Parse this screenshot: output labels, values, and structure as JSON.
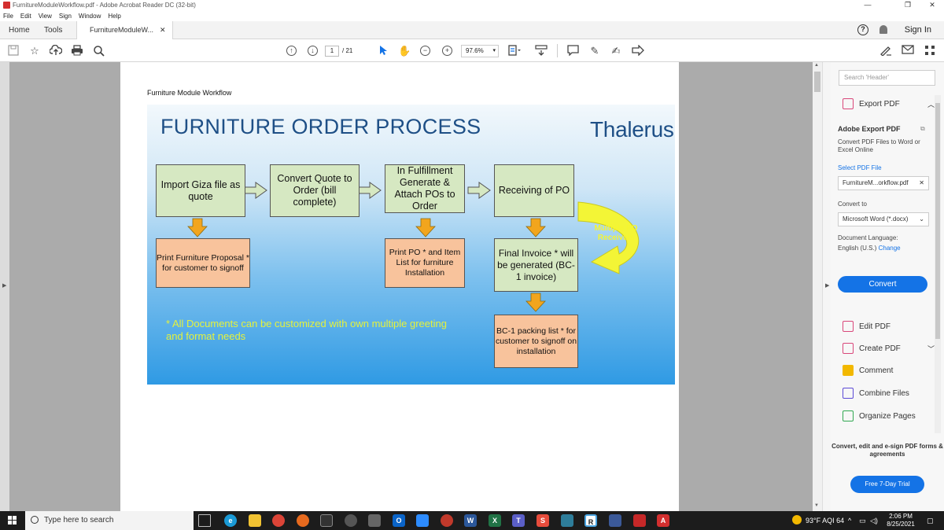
{
  "window": {
    "title": "FurnitureModuleWorkflow.pdf - Adobe Acrobat Reader DC (32-bit)",
    "minimize": "—",
    "restore": "❐",
    "close": "✕"
  },
  "menu": [
    "File",
    "Edit",
    "View",
    "Sign",
    "Window",
    "Help"
  ],
  "tabs": {
    "home": "Home",
    "tools": "Tools",
    "doc": "FurnitureModuleW...",
    "doc_close": "✕",
    "help": "?",
    "signin": "Sign In"
  },
  "toolbar": {
    "page_current": "1",
    "page_total": "/ 21",
    "zoom": "97.6%",
    "zoom_dd": "▾"
  },
  "document": {
    "heading": "Furniture Module Workflow",
    "slide": {
      "title": "FURNITURE ORDER PROCESS",
      "logo": "Thalerus",
      "box_import": "Import Giza file as quote",
      "box_convert": "Convert Quote to Order (bill complete)",
      "box_fulfillment": "In Fulfillment Generate & Attach POs to Order",
      "box_receiving": "Receiving of PO",
      "box_print_proposal": "Print Furniture Proposal * for customer to signoff",
      "box_print_po": "Print PO * and Item List for furniture Installation",
      "box_final_invoice": "Final Invoice * will be generated (BC-1 invoice)",
      "box_packing": "BC-1 packing list * for customer to signoff on installation",
      "arrow_label": "Multiple PO Receivals",
      "footnote": "* All Documents can be customized with own multiple greeting and format needs"
    }
  },
  "right_pane": {
    "search_placeholder": "Search 'Header'",
    "export_pdf": "Export PDF",
    "adobe_export_title": "Adobe Export PDF",
    "adobe_export_desc": "Convert PDF Files to Word or Excel Online",
    "select_pdf": "Select PDF File",
    "file_name": "FurnitureM...orkflow.pdf",
    "convert_to": "Convert to",
    "convert_format": "Microsoft Word (*.docx)",
    "doc_language": "Document Language:",
    "language": "English (U.S.)",
    "change": "Change",
    "convert_btn": "Convert",
    "tools": [
      {
        "label": "Edit PDF",
        "color": "#d9477a"
      },
      {
        "label": "Create PDF",
        "color": "#d9477a"
      },
      {
        "label": "Comment",
        "color": "#f2b800"
      },
      {
        "label": "Combine Files",
        "color": "#5c4ad6"
      },
      {
        "label": "Organize Pages",
        "color": "#32a852"
      }
    ],
    "promo": "Convert, edit and e-sign PDF forms & agreements",
    "trial_btn": "Free 7-Day Trial"
  },
  "taskbar": {
    "search_placeholder": "Type here to search",
    "weather": "93°F  AQI 64",
    "time": "2:06 PM",
    "date": "8/25/2021"
  }
}
